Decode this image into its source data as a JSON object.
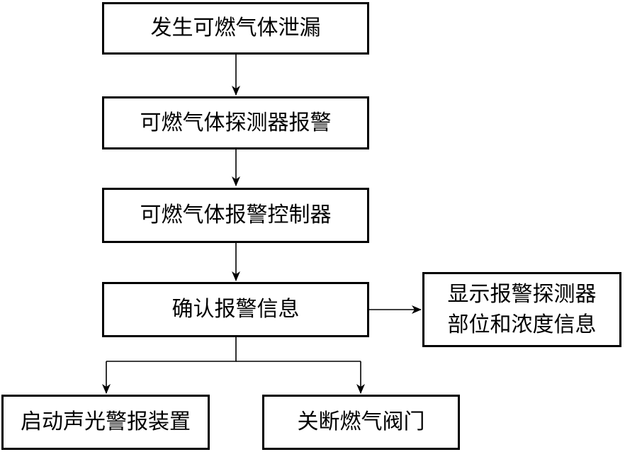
{
  "flow": {
    "step1": "发生可燃气体泄漏",
    "step2": "可燃气体探测器报警",
    "step3": "可燃气体报警控制器",
    "step4": "确认报警信息",
    "side_line1": "显示报警探测器",
    "side_line2": "部位和浓度信息",
    "out_left": "启动声光警报装置",
    "out_right": "关断燃气阀门"
  }
}
